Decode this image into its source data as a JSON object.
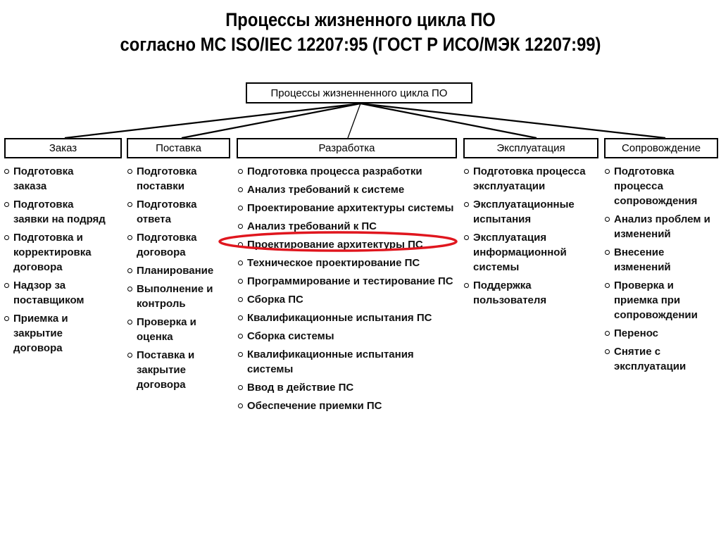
{
  "title": {
    "line1": "Процессы жизненного цикла ПО",
    "line2": "согласно МС ISO/IEC 12207:95 (ГОСТ Р ИСО/МЭК 12207:99)"
  },
  "root": {
    "label": "Процессы жизненненного цикла ПО"
  },
  "categories": [
    {
      "label": "Заказ",
      "items": [
        "Подготовка заказа",
        "Подготовка заявки на подряд",
        "Подготовка и корректировка договора",
        "Надзор за поставщиком",
        "Приемка и закрытие договора"
      ]
    },
    {
      "label": "Поставка",
      "items": [
        "Подготовка поставки",
        "Подготовка ответа",
        "Подготовка договора",
        "Планирование",
        "Выполнение и контроль",
        "Проверка и оценка",
        "Поставка и закрытие договора"
      ]
    },
    {
      "label": "Разработка",
      "items": [
        "Подготовка процесса разработки",
        "Анализ требований к системе",
        "Проектирование архитектуры системы",
        "Анализ требований к ПС",
        "Проектирование архитектуры ПС",
        "Техническое проектирование ПС",
        "Программирование и тестирование ПС",
        "Сборка ПС",
        "Квалификационные испытания ПС",
        "Сборка системы",
        "Квалификационные испытания системы",
        "Ввод в действие ПС",
        "Обеспечение приемки ПС"
      ],
      "highlighted_index": 3
    },
    {
      "label": "Эксплуатация",
      "items": [
        "Подготовка процесса эксплуатации",
        "Эксплуатационные испытания",
        "Эксплуатация информационной системы",
        "Поддержка пользователя"
      ]
    },
    {
      "label": "Сопровождение",
      "items": [
        "Подготовка процесса сопровождения",
        "Анализ проблем и изменений",
        "Внесение изменений",
        "Проверка и приемка при сопровождении",
        "Перенос",
        "Снятие с эксплуатации"
      ]
    }
  ],
  "colors": {
    "highlight": "#e0161e",
    "line": "#000000",
    "background": "#ffffff"
  }
}
